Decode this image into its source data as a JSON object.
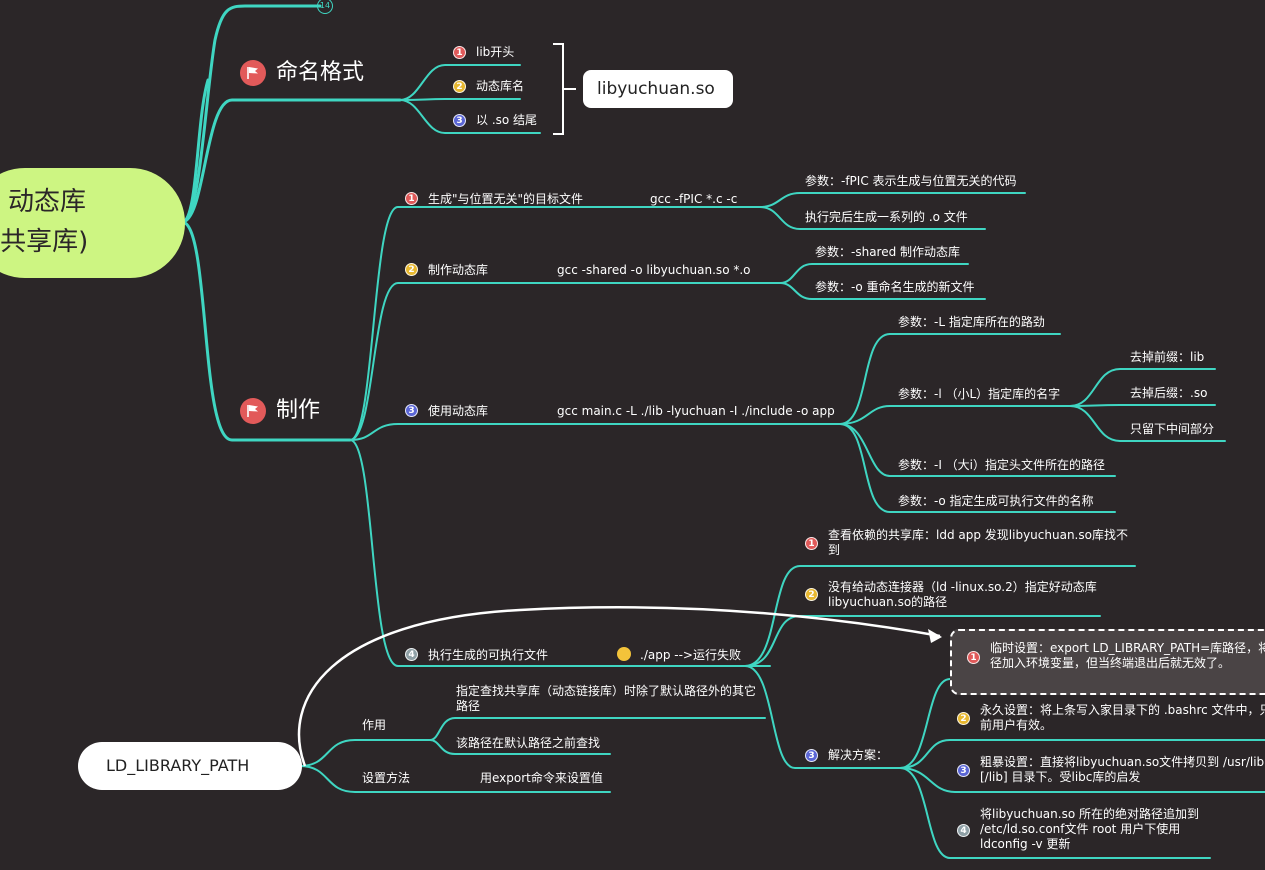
{
  "root": {
    "line1": "动态库",
    "line2": "(共享库)"
  },
  "top_badge": "14",
  "naming": {
    "title": "命名格式",
    "items": [
      "lib开头",
      "动态库名",
      "以 .so 结尾"
    ],
    "example": "libyuchuan.so"
  },
  "making": {
    "title": "制作",
    "step1": {
      "label": "生成\"与位置无关\"的目标文件",
      "command": "gcc -fPIC *.c -c",
      "notes": [
        "参数：-fPIC 表示生成与位置无关的代码",
        "执行完后生成一系列的 .o 文件"
      ]
    },
    "step2": {
      "label": "制作动态库",
      "command": "gcc -shared -o libyuchuan.so *.o",
      "notes": [
        "参数：-shared 制作动态库",
        "参数：-o 重命名生成的新文件"
      ]
    },
    "step3": {
      "label": "使用动态库",
      "command": "gcc main.c -L ./lib -lyuchuan -I ./include -o app",
      "notes": [
        "参数：-L 指定库所在的路劲",
        "参数：-l （小L）指定库的名字",
        "参数：-I （大i）指定头文件所在的路径",
        "参数：-o 指定生成可执行文件的名称"
      ],
      "lib_name_notes": [
        "去掉前缀：lib",
        "去掉后缀：.so",
        "只留下中间部分"
      ]
    },
    "step4": {
      "label": "执行生成的可执行文件",
      "command": "./app -->运行失败",
      "reasons": [
        "查看依赖的共享库：ldd app 发现libyuchuan.so库找不到",
        "没有给动态连接器（ld -linux.so.2）指定好动态库 libyuchuan.so的路径"
      ],
      "solution_label": "解决方案：",
      "solutions": [
        "临时设置：export LD_LIBRARY_PATH=库路径，将当前路径加入环境变量，但当终端退出后就无效了。",
        "永久设置：将上条写入家目录下的 .bashrc 文件中，只对当前用户有效。",
        "粗暴设置：直接将libyuchuan.so文件拷贝到 /usr/lib 或者 [/lib] 目录下。受libc库的启发",
        "将libyuchuan.so 所在的绝对路径追加到 /etc/ld.so.conf文件 root 用户下使用ldconfig -v 更新"
      ]
    }
  },
  "ld_library_path": {
    "title": "LD_LIBRARY_PATH",
    "role_label": "作用",
    "roles": [
      "指定查找共享库（动态链接库）时除了默认路径外的其它路径",
      "该路径在默认路径之前查找"
    ],
    "setup_label": "设置方法",
    "setup": "用export命令来设置值"
  },
  "colors": {
    "background": "#2b2628",
    "branch": "#3fd6c2",
    "root_fill": "#cdf582",
    "flag": "#e25a5a"
  }
}
